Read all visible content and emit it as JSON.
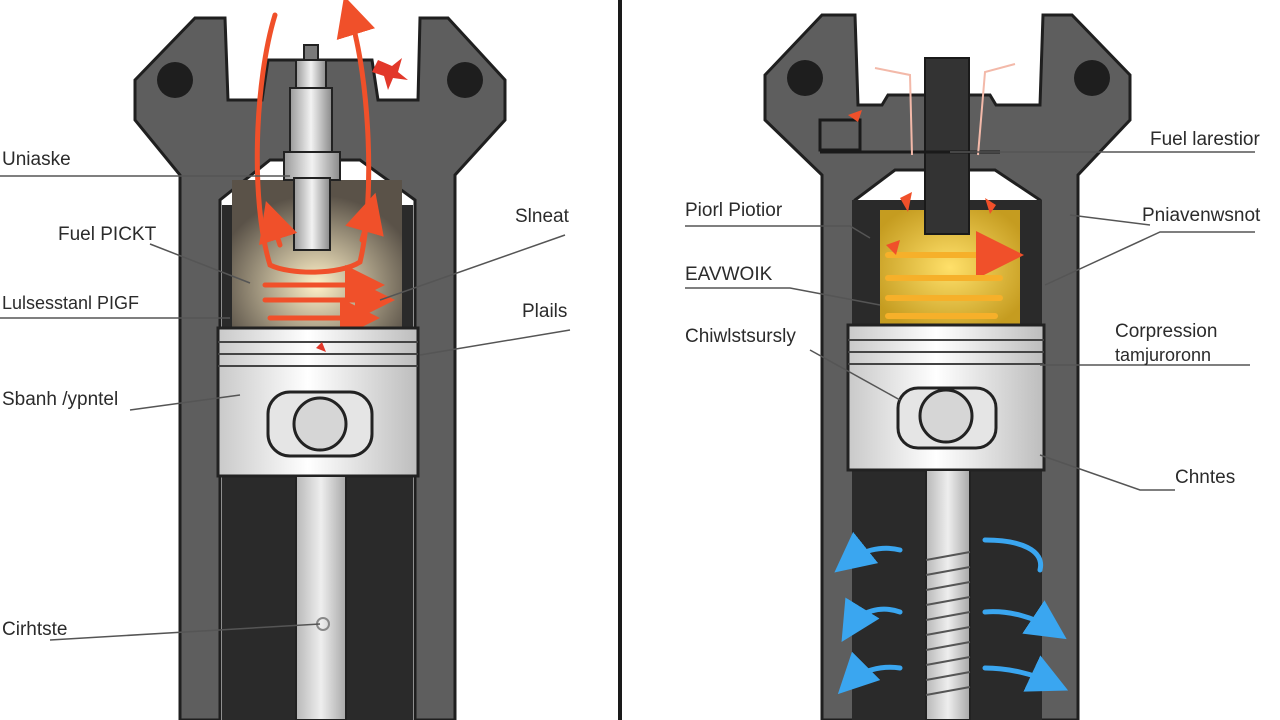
{
  "diagrams": [
    {
      "panel": "left",
      "labels": [
        {
          "id": "left-label-1",
          "text": "Uniaske"
        },
        {
          "id": "left-label-2",
          "text": "Fuel PICKT"
        },
        {
          "id": "left-label-3",
          "text": "Lulsesstanl PIGF"
        },
        {
          "id": "left-label-4",
          "text": "Sbanh /ypntel"
        },
        {
          "id": "left-label-5",
          "text": "Cirhtste"
        },
        {
          "id": "left-label-6",
          "text": "Slneat"
        },
        {
          "id": "left-label-7",
          "text": "Plails"
        }
      ]
    },
    {
      "panel": "right",
      "labels": [
        {
          "id": "right-label-1",
          "text": "Piorl Piotior"
        },
        {
          "id": "right-label-2",
          "text": "EAVWOIK"
        },
        {
          "id": "right-label-3",
          "text": "Chiwlstsursly"
        },
        {
          "id": "right-label-4",
          "text": "Fuel larestior"
        },
        {
          "id": "right-label-5",
          "text": "Pniavenwsnot"
        },
        {
          "id": "right-label-6",
          "text": "Corpression"
        },
        {
          "id": "right-label-7",
          "text": "tamjuroronn"
        },
        {
          "id": "right-label-8",
          "text": "Chntes"
        }
      ]
    }
  ],
  "colors": {
    "cylinder": "#6b6b6b",
    "cylinder_dark": "#3d3d3d",
    "bore": "#2a2a2a",
    "piston": "#e8e8e8",
    "hot_arrow": "#f0502a",
    "warm_gas": "#f6c84a",
    "cool_arrow": "#3aa6f0",
    "leader_line": "#555555"
  }
}
